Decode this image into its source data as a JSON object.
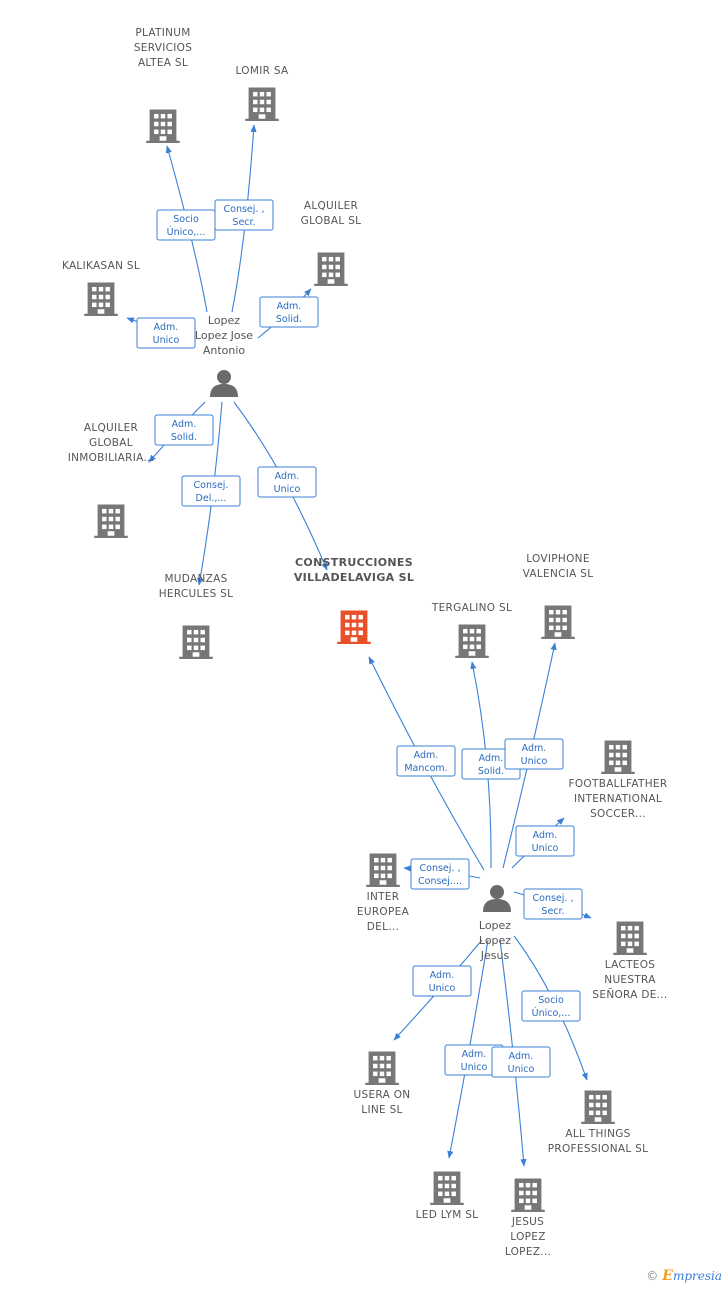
{
  "colors": {
    "edge": "#3b80d6",
    "company": "#777777",
    "company_focus": "#e8502a",
    "person": "#6a6a6a"
  },
  "persons": [
    {
      "id": "p1",
      "lines": [
        "Lopez",
        "Lopez Jose",
        "Antonio"
      ],
      "icon": "person-icon"
    },
    {
      "id": "p2",
      "lines": [
        "Lopez",
        "Lopez",
        "Jesus"
      ],
      "icon": "person-icon"
    }
  ],
  "companies": [
    {
      "id": "c_platinum",
      "lines": [
        "PLATINUM",
        "SERVICIOS",
        "ALTEA SL"
      ],
      "icon": "building-icon"
    },
    {
      "id": "c_lomir",
      "lines": [
        "LOMIR SA"
      ],
      "icon": "building-icon"
    },
    {
      "id": "c_alquiler_global",
      "lines": [
        "ALQUILER",
        "GLOBAL SL"
      ],
      "icon": "building-icon"
    },
    {
      "id": "c_kalikasan",
      "lines": [
        "KALIKASAN  SL"
      ],
      "icon": "building-icon"
    },
    {
      "id": "c_alquiler_inmob",
      "lines": [
        "ALQUILER",
        "GLOBAL",
        "INMOBILIARIA..."
      ],
      "icon": "building-icon"
    },
    {
      "id": "c_mudanzas",
      "lines": [
        "MUDANZAS",
        "HERCULES  SL"
      ],
      "icon": "building-icon"
    },
    {
      "id": "c_construcciones",
      "lines": [
        "CONSTRUCCIONES",
        "VILLADELAVIGA SL"
      ],
      "icon": "building-icon",
      "focus": true
    },
    {
      "id": "c_tergalino",
      "lines": [
        "TERGALINO SL"
      ],
      "icon": "building-icon"
    },
    {
      "id": "c_loviphone",
      "lines": [
        "LOVIPHONE",
        "VALENCIA SL"
      ],
      "icon": "building-icon"
    },
    {
      "id": "c_footballfather",
      "lines": [
        "FOOTBALLFATHER",
        "INTERNATIONAL",
        "SOCCER..."
      ],
      "icon": "building-icon"
    },
    {
      "id": "c_inter_europea",
      "lines": [
        "INTER",
        "EUROPEA",
        "DEL..."
      ],
      "icon": "building-icon"
    },
    {
      "id": "c_lacteos",
      "lines": [
        "LACTEOS",
        "NUESTRA",
        "SEÑORA DE..."
      ],
      "icon": "building-icon"
    },
    {
      "id": "c_usera",
      "lines": [
        "USERA ON",
        "LINE SL"
      ],
      "icon": "building-icon"
    },
    {
      "id": "c_all_things",
      "lines": [
        "ALL THINGS",
        "PROFESSIONAL SL"
      ],
      "icon": "building-icon"
    },
    {
      "id": "c_led_lym",
      "lines": [
        "LED LYM  SL"
      ],
      "icon": "building-icon"
    },
    {
      "id": "c_jesus_lopez",
      "lines": [
        "JESUS",
        "LOPEZ",
        "LOPEZ..."
      ],
      "icon": "building-icon"
    }
  ],
  "relations": [
    {
      "from": "p1",
      "to": "c_platinum",
      "role": [
        "Socio",
        "Único,..."
      ]
    },
    {
      "from": "p1",
      "to": "c_lomir",
      "role": [
        "Consej. ,",
        "Secr."
      ]
    },
    {
      "from": "p1",
      "to": "c_alquiler_global",
      "role": [
        "Adm.",
        "Solid."
      ]
    },
    {
      "from": "p1",
      "to": "c_kalikasan",
      "role": [
        "Adm.",
        "Unico"
      ]
    },
    {
      "from": "p1",
      "to": "c_alquiler_inmob",
      "role": [
        "Adm.",
        "Solid."
      ]
    },
    {
      "from": "p1",
      "to": "c_mudanzas",
      "role": [
        "Consej.",
        "Del.,..."
      ]
    },
    {
      "from": "p1",
      "to": "c_construcciones",
      "role": [
        "Adm.",
        "Unico"
      ]
    },
    {
      "from": "p2",
      "to": "c_construcciones",
      "role": [
        "Adm.",
        "Mancom."
      ]
    },
    {
      "from": "p2",
      "to": "c_tergalino",
      "role": [
        "Adm.",
        "Solid."
      ]
    },
    {
      "from": "p2",
      "to": "c_loviphone",
      "role": [
        "Adm.",
        "Unico"
      ]
    },
    {
      "from": "p2",
      "to": "c_footballfather",
      "role": [
        "Adm.",
        "Unico"
      ]
    },
    {
      "from": "p2",
      "to": "c_inter_europea",
      "role": [
        "Consej. ,",
        "Consej...."
      ]
    },
    {
      "from": "p2",
      "to": "c_lacteos",
      "role": [
        "Consej. ,",
        "Secr."
      ]
    },
    {
      "from": "p2",
      "to": "c_all_things",
      "role": [
        "Socio",
        "Único,..."
      ]
    },
    {
      "from": "p2",
      "to": "c_usera",
      "role": [
        "Adm.",
        "Unico"
      ]
    },
    {
      "from": "p2",
      "to": "c_led_lym",
      "role": [
        "Adm.",
        "Unico"
      ]
    },
    {
      "from": "p2",
      "to": "c_jesus_lopez",
      "role": [
        "Adm.",
        "Unico"
      ]
    }
  ],
  "brand": {
    "copyright": "©",
    "name": "mpresia",
    "initial": "E"
  }
}
